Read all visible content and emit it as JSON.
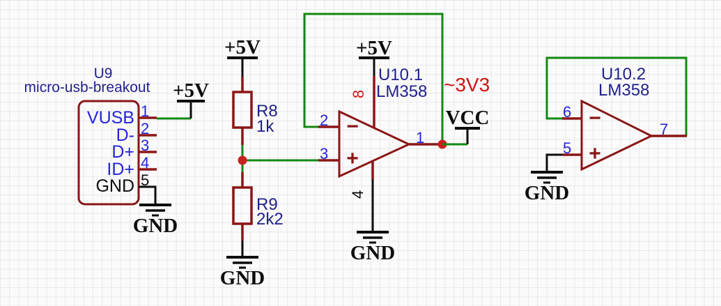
{
  "colors": {
    "background": "#fbfbfb",
    "grid": "#e8e8ec",
    "wire_green": "#118911",
    "symbol_maroon": "#8b1616",
    "pin_number_blue": "#2424dd",
    "label_navy": "#21218f",
    "net_label_red": "#cf1212",
    "junction_red": "#cb2020",
    "black": "#0d0d0d"
  },
  "power": {
    "plus5v": "+5V",
    "vcc": "VCC",
    "gnd": "GND"
  },
  "nets": {
    "v3v3": "~3V3"
  },
  "components": {
    "u9": {
      "ref": "U9",
      "value": "micro-usb-breakout",
      "pins": [
        {
          "number": "1",
          "name": "VUSB"
        },
        {
          "number": "2",
          "name": "D-"
        },
        {
          "number": "3",
          "name": "D+"
        },
        {
          "number": "4",
          "name": "ID+"
        },
        {
          "number": "5",
          "name": "GND"
        }
      ]
    },
    "r8": {
      "ref": "R8",
      "value": "1k"
    },
    "r9": {
      "ref": "R9",
      "value": "2k2"
    },
    "u10_1": {
      "ref": "U10.1",
      "value": "LM358",
      "pins": {
        "inverting": "2",
        "noninverting": "3",
        "output": "1",
        "v_plus": "8",
        "v_minus": "4"
      },
      "marks": {
        "minus": "−",
        "plus": "+"
      }
    },
    "u10_2": {
      "ref": "U10.2",
      "value": "LM358",
      "pins": {
        "inverting": "6",
        "noninverting": "5",
        "output": "7"
      },
      "marks": {
        "minus": "−",
        "plus": "+"
      }
    }
  }
}
